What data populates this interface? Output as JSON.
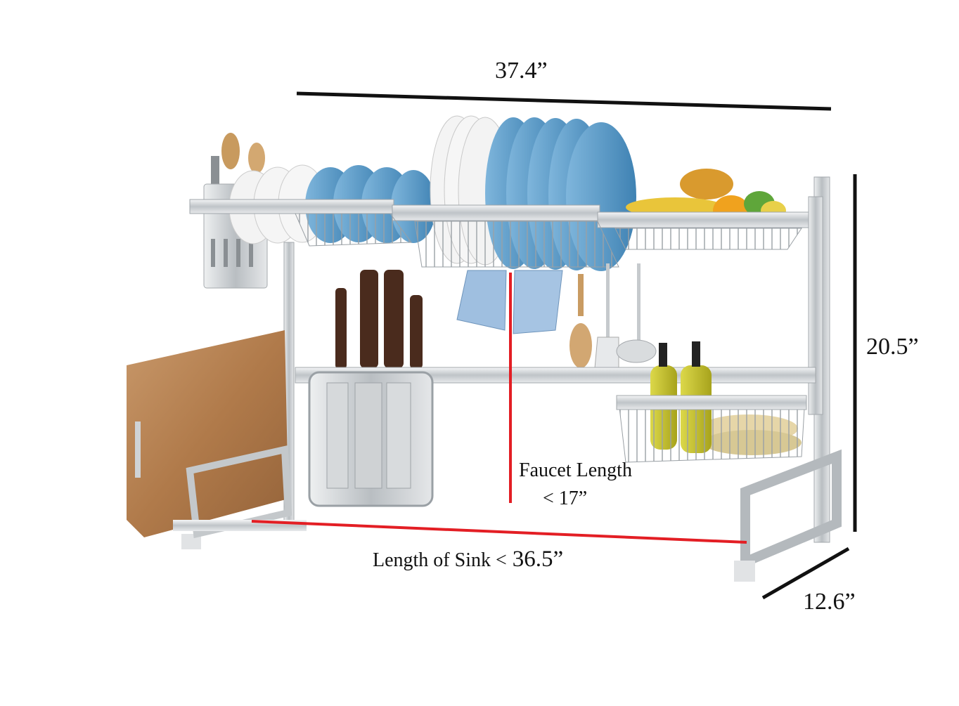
{
  "dimensions": {
    "width": "37.4”",
    "height": "20.5”",
    "depth": "12.6”",
    "faucet_label": "Faucet Length",
    "faucet_value": "< 17”",
    "sink_label": "Length of Sink <",
    "sink_value": "36.5”"
  },
  "colors": {
    "dimension_line": "#111111",
    "measure_line": "#e31e24",
    "steel": "#cfd3d6",
    "wood": "#b07a4a",
    "plate_blue": "#5a9cc9",
    "plate_white": "#f2f2f2",
    "bottle_yellow": "#c9c62a"
  }
}
